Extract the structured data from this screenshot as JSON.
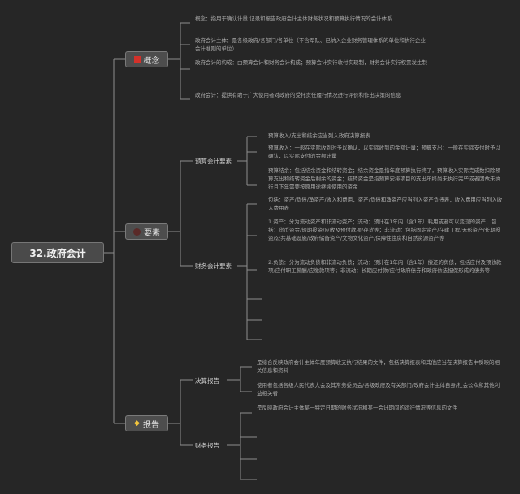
{
  "root": {
    "label": "32.政府会计"
  },
  "categories": [
    {
      "label": "概念",
      "icon": "red-square-icon",
      "items": [
        {
          "text": "概念：指用于确认计量 记录和报告政府会计主体财务状况和预算执行情况的会计体系"
        },
        {
          "text": "政府会计主体：是各级政府/各部门/各单位（不含军队、已纳入企业财务管理体系的单位和执行企业会计准则的单位）"
        },
        {
          "text": "政府会计的构成：由预算会计和财务会计构成；预算会计实行收付实现制，财务会计实行权责发生制"
        },
        {
          "text": "政府会计：提供有助于广大使用者对政府的受托责任履行情况进行评价和作出决策的信息"
        }
      ]
    },
    {
      "label": "要素",
      "icon": "dark-circle-icon",
      "subs": [
        {
          "label": "预算会计要素",
          "items": [
            {
              "text": "预算收入/支出和结余应当列入政府决算报表"
            },
            {
              "text": "预算收入：一般在实际收到时予以确认，以实际收到的金额计量；预算支出：一般在实际支付时予以确认，以实际支付的金额计量"
            },
            {
              "text": "预算结余：包括结余资金和结转资金；结余资金是指年度预算执行终了，预算收入实际完成数扣除预算支出和结转资金后剩余的资金；结转资金是指预算安排项目的支出年终尚未执行完毕或者因故未执行且下年需要按原用途继续使用的资金"
            }
          ]
        },
        {
          "label": "财务会计要素",
          "items": [
            {
              "text": "包括：资产/负债/净资产/收入和费用，资产/负债和净资产应当列入资产负债表，收入费用应当列入收入费用表"
            },
            {
              "text": "1.资产：分为流动资产和非流动资产；流动：预计在1年内（含1年）耗用或者可以变现的资产，包括：货币资金/短期投资/应收及预付款项/存货等；非流动：包括固定资产/在建工程/无形资产/长期投资/公共基础设施/政府储备资产/文物文化资产/保障性住房和自然资源资产等"
            },
            {
              "text": "2.负债：分为流动负债和非流动负债；流动：预计在1年内（含1年）偿还的负债，包括应付及预收款项/应付职工薪酬/应缴款项等；非流动：长期应付款/应付政府债券和政府依法担保形成的债务等"
            },
            {
              "text": ""
            },
            {
              "text": ""
            },
            {
              "text": ""
            }
          ]
        }
      ]
    },
    {
      "label": "报告",
      "icon": "gem-icon",
      "subs": [
        {
          "label": "决算报告",
          "items": [
            {
              "text": "是综合反映政府会计主体年度预算收支执行结果的文件，包括决算报表和其他应当在决算报告中反映的相关信息和资料"
            },
            {
              "text": "使用者包括各级人民代表大会及其常务委员会/各级政府及有关部门/政府会计主体自身/社会公众和其他利益相关者"
            }
          ]
        },
        {
          "label": "财务报告",
          "items": [
            {
              "text": "是反映政府会计主体某一特定日期的财务状况和某一会计期间的运行情况等信息的文件"
            },
            {
              "text": ""
            },
            {
              "text": ""
            },
            {
              "text": ""
            }
          ]
        }
      ]
    }
  ]
}
